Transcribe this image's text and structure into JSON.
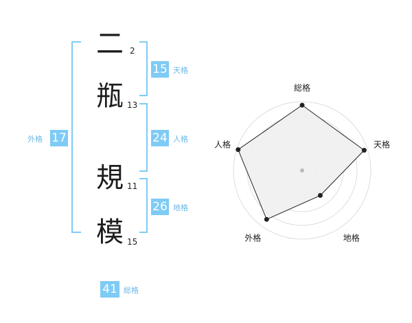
{
  "name": {
    "characters": [
      {
        "char": "二",
        "strokes": "2"
      },
      {
        "char": "瓶",
        "strokes": "13"
      },
      {
        "char": "規",
        "strokes": "11"
      },
      {
        "char": "模",
        "strokes": "15"
      }
    ]
  },
  "grades": {
    "tenkaku": {
      "value": "15",
      "label": "天格"
    },
    "jinkaku": {
      "value": "24",
      "label": "人格"
    },
    "chikaku": {
      "value": "26",
      "label": "地格"
    },
    "gaikaku": {
      "value": "17",
      "label": "外格"
    },
    "soukaku": {
      "value": "41",
      "label": "総格"
    }
  },
  "radar": {
    "axes": [
      "総格",
      "天格",
      "地格",
      "外格",
      "人格"
    ],
    "values": [
      0.95,
      0.95,
      0.45,
      0.88,
      0.98
    ],
    "max": 1,
    "rings": 5,
    "colors": {
      "fill": "#f0f0f0",
      "line": "#222222",
      "grid": "#dddddd",
      "dot": "#222222",
      "center": "#bbbbbb"
    }
  }
}
